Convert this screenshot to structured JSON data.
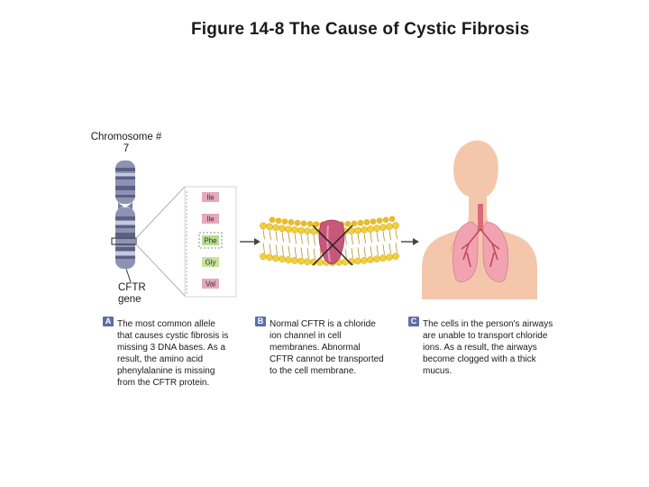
{
  "title": "Figure 14-8 The Cause of Cystic Fibrosis",
  "chromosome_label": "Chromosome #\n7",
  "gene_label": "CFTR\ngene",
  "amino_acids": [
    "Ile",
    "Ile",
    "Phe",
    "Gly",
    "Val"
  ],
  "colors": {
    "amino_box": "#e5a9bd",
    "phe_box": "#b6dd8e",
    "gly_box": "#c8e49a",
    "chromosome": "#8e93b3",
    "lipid_head": "#f3cf3a",
    "channel": "#c8577c",
    "skin": "#f4c7ac",
    "lung": "#f2a3b2",
    "badge": "#5b6fa6"
  },
  "panels": [
    {
      "badge": "A",
      "text": "The most common allele\nthat causes cystic fibrosis is\nmissing 3 DNA bases.  As a\nresult, the amino acid\nphenylalanine is missing\nfrom the CFTR protein."
    },
    {
      "badge": "B",
      "text": "Normal CFTR is a chloride\nion channel in cell\nmembranes.  Abnormal\nCFTR cannot be transported\nto the cell membrane."
    },
    {
      "badge": "C",
      "text": "The cells in the person's airways\nare unable to transport chloride\nions. As a result, the airways\nbecome clogged with a thick\nmucus."
    }
  ]
}
